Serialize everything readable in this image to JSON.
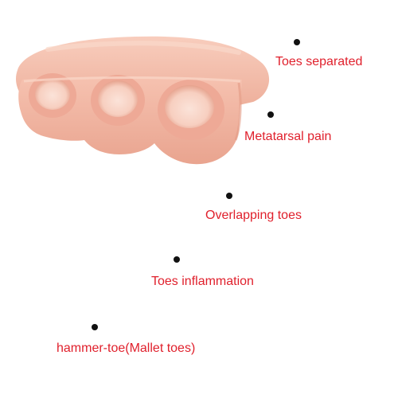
{
  "colors": {
    "label_text": "#e0202c",
    "dot": "#111111",
    "silicone": "#f3b9a6"
  },
  "product": {
    "icon": "toe-separator-product-image"
  },
  "callouts": [
    {
      "label": "Toes separated",
      "icon": "bullet-dot-icon"
    },
    {
      "label": "Metatarsal pain",
      "icon": "bullet-dot-icon"
    },
    {
      "label": "Overlapping toes",
      "icon": "bullet-dot-icon"
    },
    {
      "label": "Toes inflammation",
      "icon": "bullet-dot-icon"
    },
    {
      "label": "hammer-toe(Mallet toes)",
      "icon": "bullet-dot-icon"
    }
  ]
}
